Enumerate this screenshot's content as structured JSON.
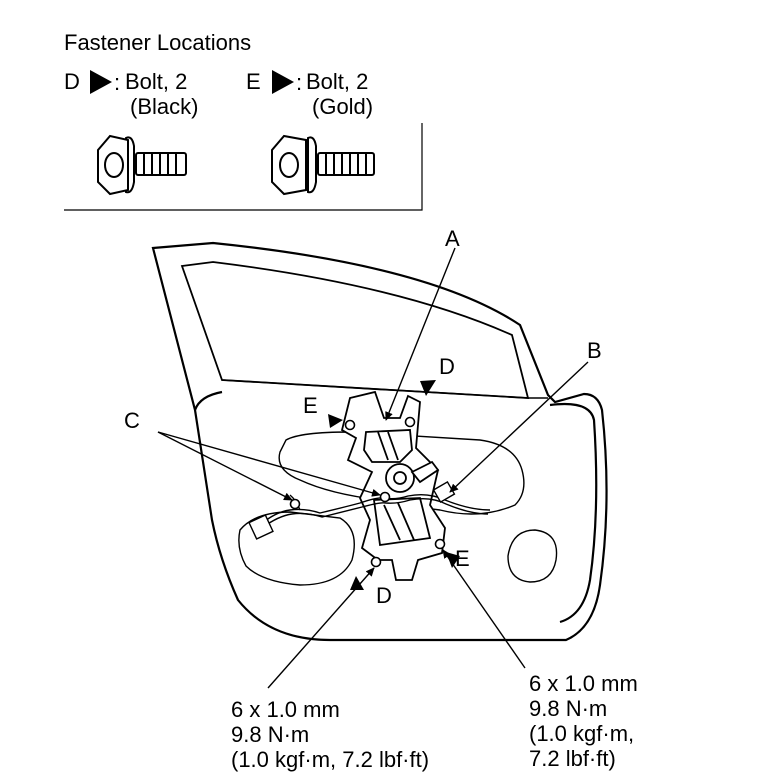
{
  "header": {
    "title": "Fastener Locations",
    "fasteners": [
      {
        "letter": "D",
        "sep": ": ",
        "type": "Bolt, 2",
        "finish": "(Black)"
      },
      {
        "letter": "E",
        "sep": ": ",
        "type": "Bolt, 2",
        "finish": "(Gold)"
      }
    ]
  },
  "callouts": {
    "A": "A",
    "B": "B",
    "C": "C",
    "D_top": "D",
    "D_bottom": "D",
    "E_top": "E",
    "E_bottom": "E"
  },
  "torque_left": {
    "size": "6 x 1.0 mm",
    "nm": "9.8 N·m",
    "other": "(1.0 kgf·m, 7.2 lbf·ft)"
  },
  "torque_right": {
    "size": "6 x 1.0 mm",
    "nm": "9.8 N·m",
    "other_1": "(1.0 kgf·m,",
    "other_2": "7.2 lbf·ft)"
  }
}
